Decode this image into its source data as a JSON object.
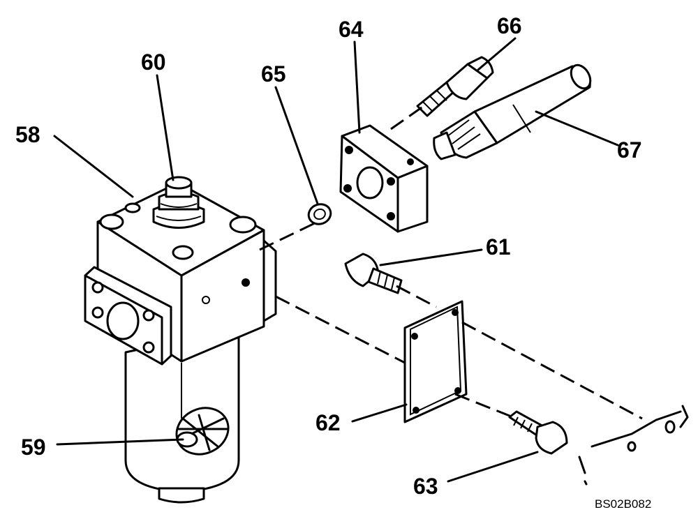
{
  "callouts": {
    "p58": "58",
    "p59": "59",
    "p60": "60",
    "p61": "61",
    "p62": "62",
    "p63": "63",
    "p64": "64",
    "p65": "65",
    "p66": "66",
    "p67": "67"
  },
  "drawing_code": "BS02B082"
}
